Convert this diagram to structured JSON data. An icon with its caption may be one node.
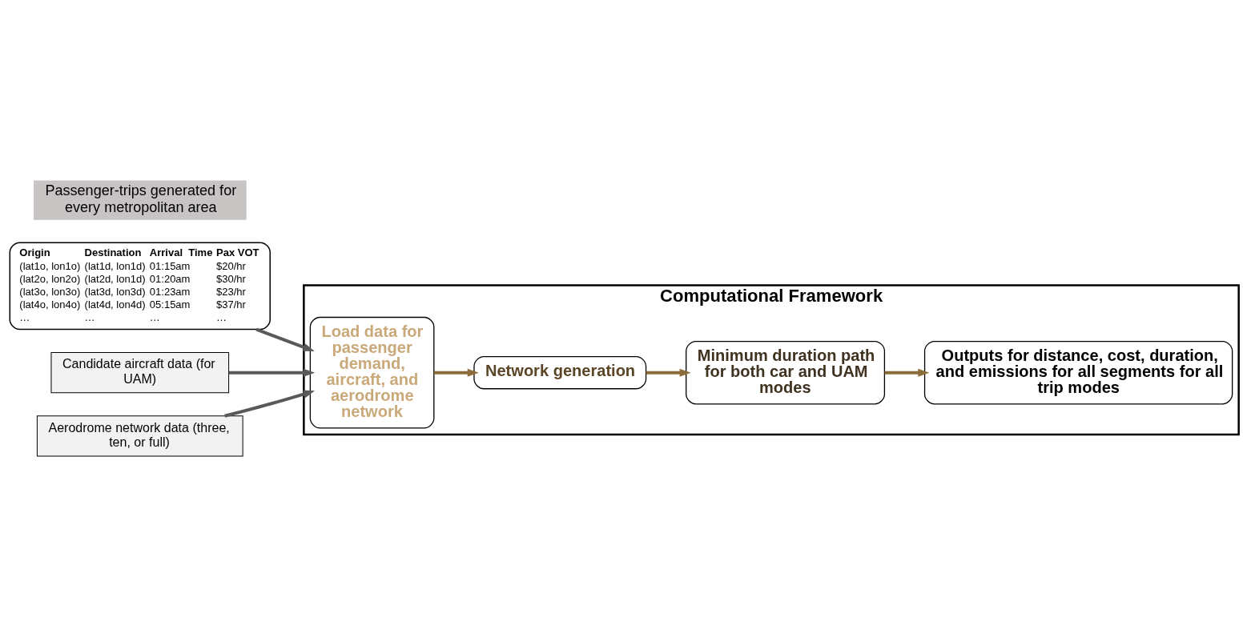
{
  "diagram": {
    "nodes": [
      {
        "text": [
          "Passenger-trips generated for every metropolitan area"
        ]
      },
      {
        "text": [
          "Origin",
          "Destination",
          "Arrival  Time",
          "Pax VOT",
          "(lat1o, lon1o)",
          "(lat1d, lon1d)",
          "01:15am",
          "$20/hr",
          "(lat2o, lon2o)",
          "(lat2d, lon1d)",
          "01:20am",
          "$30/hr",
          "(lat3o, lon3o)",
          "(lat3d, lon3d)",
          "01:23am",
          "$23/hr",
          "(lat4o, lon4o)",
          "(lat4d, lon4d)",
          "05:15am",
          "$37/hr",
          "…",
          "…",
          "…",
          "…"
        ]
      },
      {
        "text": [
          "Candidate aircraft data (for UAM)"
        ]
      },
      {
        "text": [
          "Aerodrome network data (three, ten, or full)"
        ]
      },
      {
        "text": [
          "Computational Framework"
        ]
      },
      {
        "text": [
          "Load data for passenger demand, aircraft, and aerodrome network"
        ],
        "in": 4
      },
      {
        "text": [
          "Network generation"
        ],
        "in": 4
      },
      {
        "text": [
          "Minimum duration path for both car and UAM modes"
        ],
        "in": 4
      },
      {
        "text": [
          "Outputs for distance, cost, duration, and emissions for all segments for all trip modes"
        ],
        "in": 4
      }
    ],
    "edges": [
      {
        "from": 1,
        "to": 5,
        "arrow": "to",
        "color": "#595959"
      },
      {
        "from": 2,
        "to": 5,
        "arrow": "to",
        "color": "#595959"
      },
      {
        "from": 3,
        "to": 5,
        "arrow": "to",
        "color": "#595959"
      },
      {
        "from": 5,
        "to": 6,
        "arrow": "to",
        "color": "#8c6d3a"
      },
      {
        "from": 6,
        "to": 7,
        "arrow": "to",
        "color": "#8c6d3a"
      },
      {
        "from": 7,
        "to": 8,
        "arrow": "to",
        "color": "#8c6d3a"
      }
    ]
  }
}
